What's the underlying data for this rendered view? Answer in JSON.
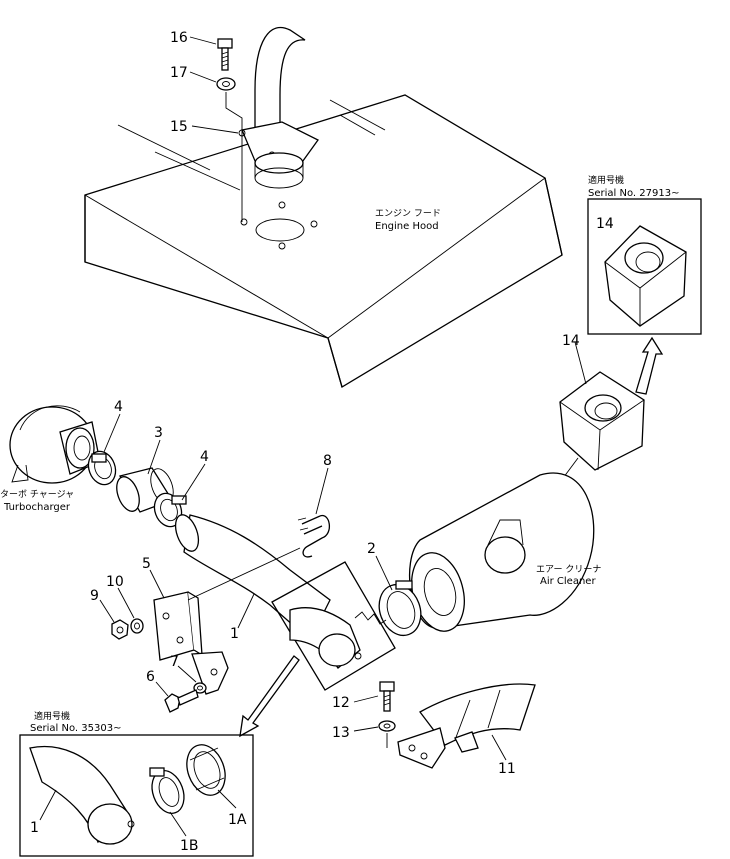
{
  "labels": {
    "engine_hood_jp": "エンジン フード",
    "engine_hood_en": "Engine Hood",
    "turbo_jp": "ターボ チャージャ",
    "turbo_en": "Turbocharger",
    "aircleaner_jp": "エアー クリーナ",
    "aircleaner_en": "Air Cleaner",
    "serial_top_jp": "適用号機",
    "serial_top_en": "Serial No. 27913~",
    "serial_bottom_jp": "適用号機",
    "serial_bottom_en": "Serial No. 35303~"
  },
  "callouts": {
    "c16": "16",
    "c17": "17",
    "c15": "15",
    "c14_box": "14",
    "c14": "14",
    "c4a": "4",
    "c3": "3",
    "c4b": "4",
    "c8": "8",
    "c2": "2",
    "c5": "5",
    "c10": "10",
    "c9": "9",
    "c1": "1",
    "c7": "7",
    "c6": "6",
    "c12": "12",
    "c13": "13",
    "c11": "11",
    "c1_inset": "1",
    "c1b": "1B",
    "c1a": "1A"
  }
}
